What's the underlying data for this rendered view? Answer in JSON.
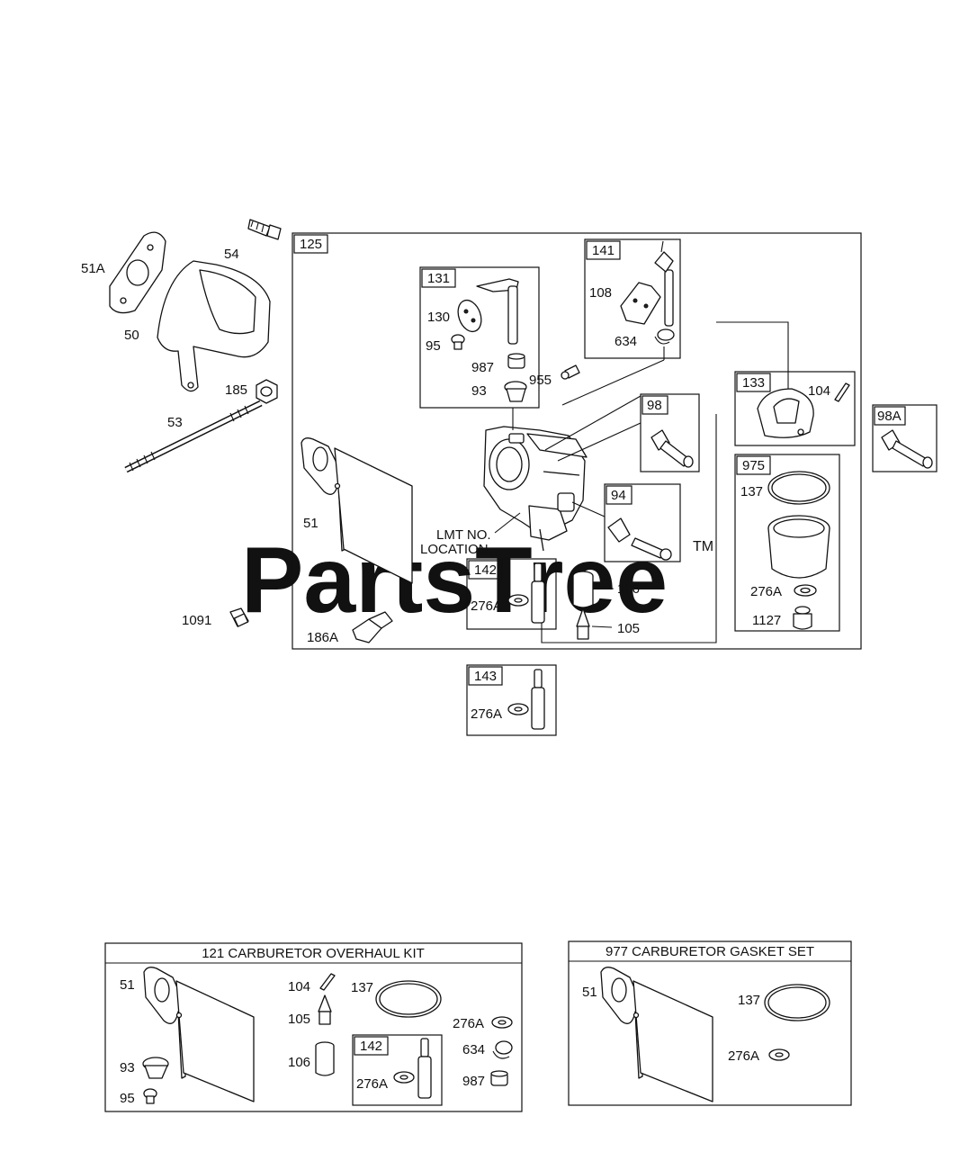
{
  "watermark": {
    "text": "PartsTree",
    "tm": "TM"
  },
  "callouts": {
    "p51A": "51A",
    "p54": "54",
    "p50": "50",
    "p185": "185",
    "p53": "53",
    "p51": "51",
    "p1091": "1091",
    "p186A": "186A",
    "p125": "125",
    "p131": "131",
    "p130": "130",
    "p95": "95",
    "p987": "987",
    "p93": "93",
    "p141": "141",
    "p108": "108",
    "p634": "634",
    "p955": "955",
    "p98": "98",
    "p133": "133",
    "p104": "104",
    "p98A": "98A",
    "p975": "975",
    "p137": "137",
    "p276A_975": "276A",
    "p1127": "1127",
    "p94": "94",
    "lmt1": "LMT NO.",
    "lmt2": "LOCATION",
    "p142": "142",
    "p276A_142": "276A",
    "p106": "106",
    "p105": "105",
    "p143": "143",
    "p276A_143": "276A"
  },
  "kit121": {
    "title": "121 CARBURETOR OVERHAUL KIT",
    "p51": "51",
    "p93": "93",
    "p95": "95",
    "p104": "104",
    "p105": "105",
    "p106": "106",
    "p137": "137",
    "p142": "142",
    "p276A_in": "276A",
    "p276A": "276A",
    "p634": "634",
    "p987": "987"
  },
  "kit977": {
    "title": "977 CARBURETOR GASKET SET",
    "p51": "51",
    "p137": "137",
    "p276A": "276A"
  }
}
